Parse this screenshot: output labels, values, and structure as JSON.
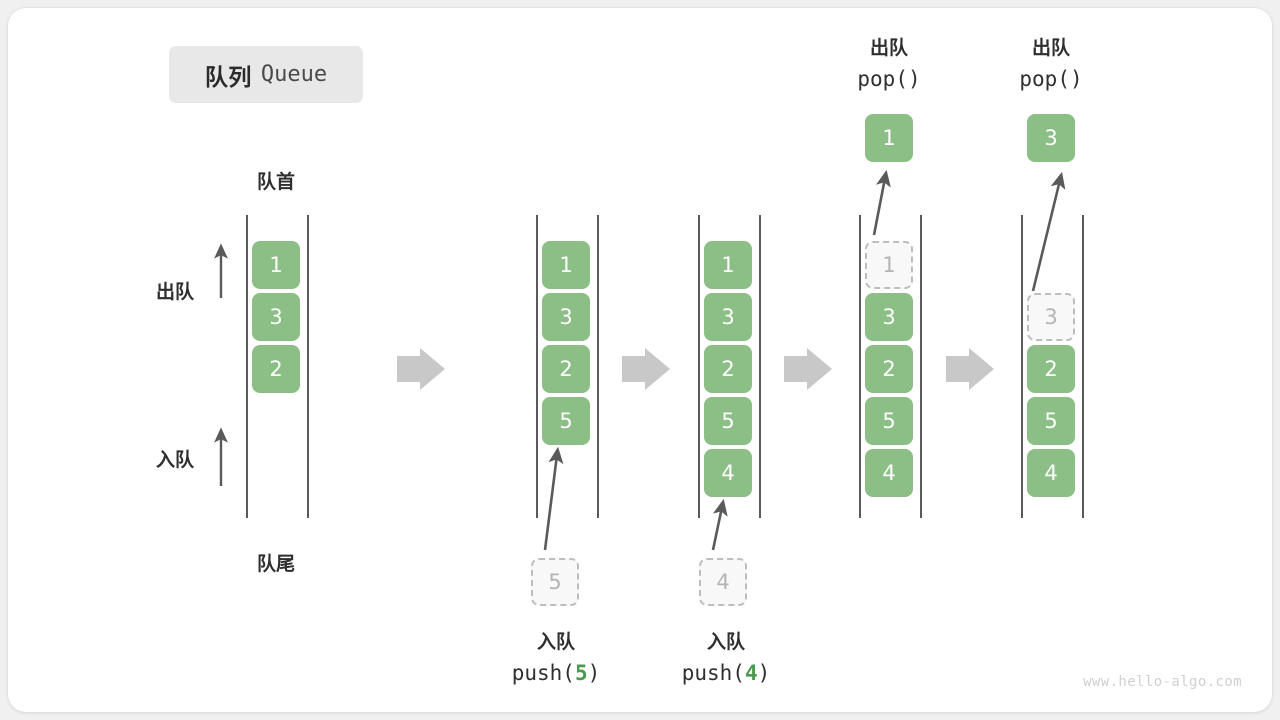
{
  "title": {
    "cn": "队列",
    "en": "Queue"
  },
  "labels": {
    "front": "队首",
    "back": "队尾",
    "dequeue": "出队",
    "enqueue": "入队"
  },
  "watermark": "www.hello-algo.com",
  "colors": {
    "element": "#8cbf86",
    "ghost_fill": "#f8f8f8",
    "ghost_border": "#bdbdbd",
    "ghost_text": "#b4b4b4",
    "rail": "#5a5a5a",
    "arrow_gray": "#c8c8c8",
    "thin_arrow": "#5a5a5a",
    "chip_bg": "#e8e8e8",
    "accent_number": "#4a9a50",
    "card_bg": "#ffffff",
    "page_bg": "#f0f0f0"
  },
  "steps": [
    {
      "id": "initial",
      "caption_cn": "",
      "caption_code": "",
      "elements": [
        "1",
        "3",
        "2"
      ],
      "ghost_index": null,
      "ghost_value": null,
      "popped_value": null,
      "incoming_value": null
    },
    {
      "id": "push-5",
      "caption_cn": "入队",
      "caption_code": "push(5)",
      "caption_code_prefix": "push(",
      "caption_code_number": "5",
      "caption_code_suffix": ")",
      "elements": [
        "1",
        "3",
        "2",
        "5"
      ],
      "ghost_index": null,
      "ghost_value": null,
      "popped_value": null,
      "incoming_value": "5"
    },
    {
      "id": "push-4",
      "caption_cn": "入队",
      "caption_code": "push(4)",
      "caption_code_prefix": "push(",
      "caption_code_number": "4",
      "caption_code_suffix": ")",
      "elements": [
        "1",
        "3",
        "2",
        "5",
        "4"
      ],
      "ghost_index": null,
      "ghost_value": null,
      "popped_value": null,
      "incoming_value": "4"
    },
    {
      "id": "pop-1",
      "caption_cn": "出队",
      "caption_code": "pop()",
      "elements": [
        "3",
        "2",
        "5",
        "4"
      ],
      "ghost_index": 0,
      "ghost_value": "1",
      "popped_value": "1",
      "incoming_value": null
    },
    {
      "id": "pop-3",
      "caption_cn": "出队",
      "caption_code": "pop()",
      "elements": [
        "2",
        "5",
        "4"
      ],
      "ghost_index": 0,
      "ghost_value": "3",
      "popped_value": "3",
      "incoming_value": null
    }
  ],
  "step_arrows": [
    "step-arrow-1",
    "step-arrow-2",
    "step-arrow-3",
    "step-arrow-4"
  ]
}
